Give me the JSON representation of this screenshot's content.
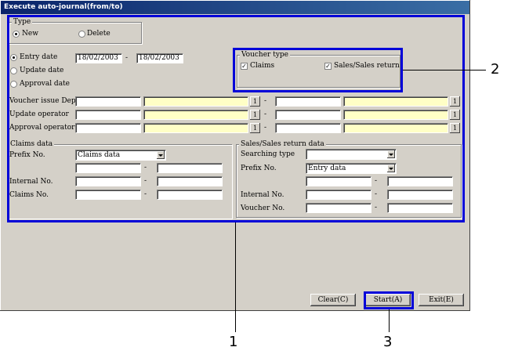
{
  "window": {
    "title": "Execute auto-journal(from/to)"
  },
  "type_group": {
    "label": "Type",
    "new": "New",
    "delete": "Delete"
  },
  "date_type": {
    "entry": "Entry date",
    "update": "Update date",
    "approval": "Approval date",
    "from": "18/02/2003",
    "to": "18/02/2003",
    "sep": "-"
  },
  "voucher_type": {
    "label": "Voucher type",
    "claims": "Claims",
    "sales": "Sales/Sales return"
  },
  "rows": [
    {
      "label": "Voucher issue Dept",
      "btn": "1",
      "sep": "-"
    },
    {
      "label": "Update operator",
      "btn": "1",
      "sep": "-"
    },
    {
      "label": "Approval operator",
      "btn": "1",
      "sep": "-"
    }
  ],
  "claims": {
    "label": "Claims data",
    "prefix": "Prefix No.",
    "prefix_value": "Claims data",
    "internal": "Internal No.",
    "claims_no": "Claims No.",
    "sep": "-"
  },
  "sales": {
    "label": "Sales/Sales return data",
    "searching": "Searching type",
    "prefix": "Prefix No.",
    "prefix_value": "Entry data",
    "internal": "Internal No.",
    "voucher": "Voucher No.",
    "sep": "-"
  },
  "buttons": {
    "clear": "Clear(C)",
    "start": "Start(A)",
    "exit": "Exit(E)"
  },
  "callouts": {
    "one": "1",
    "two": "2",
    "three": "3"
  },
  "colors": {
    "highlight": "#0000d8",
    "title_bar": "#0a246a",
    "required_field": "#ffffc6"
  }
}
